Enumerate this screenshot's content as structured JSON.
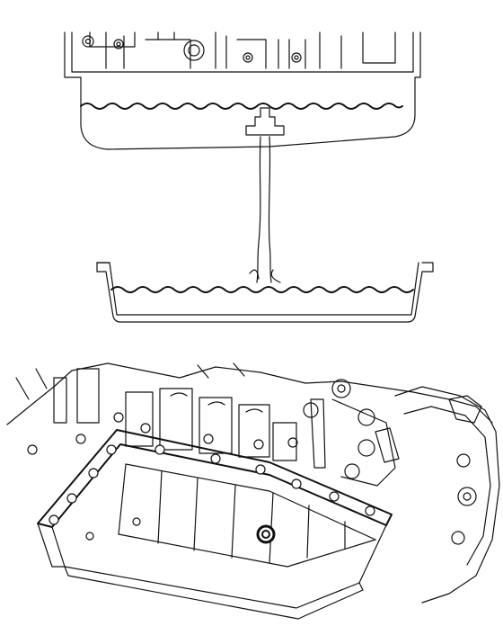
{
  "figure": {
    "domain": "Diagram",
    "background_color": "#ffffff",
    "ink_color": "#111111",
    "panels": [
      {
        "name": "drain-fluid-into-container",
        "icon": "drain-icon"
      },
      {
        "name": "transmission-oil-pan-underside",
        "icon": "oil-pan-icon"
      }
    ]
  }
}
